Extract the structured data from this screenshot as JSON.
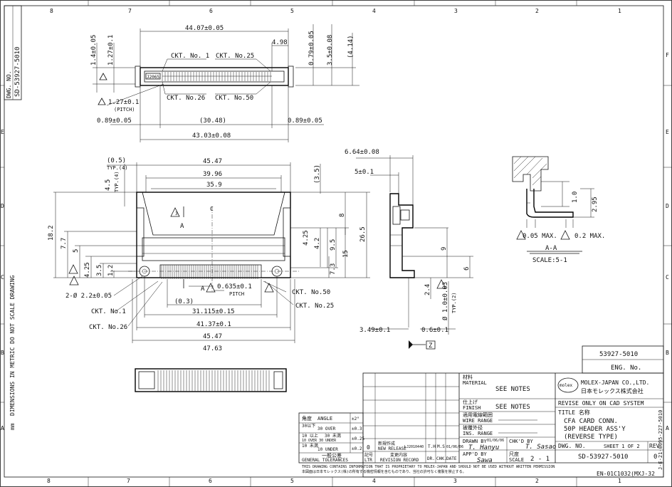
{
  "frame": {
    "top_zones": [
      "8",
      "7",
      "6",
      "5",
      "4",
      "3",
      "2",
      "1"
    ],
    "bottom_zones": [
      "8",
      "7",
      "6",
      "5",
      "4",
      "3",
      "2",
      "1"
    ],
    "left_rows": [
      "E",
      "D",
      "C",
      "B",
      "A"
    ],
    "right_rows": [
      "F",
      "E",
      "D",
      "C",
      "B",
      "A"
    ]
  },
  "side_text": {
    "dwg_no_label": "DWG. NO.",
    "dwg_no": "SD-53927-5010",
    "metric_note": "DIMENSIONS IN METRIC DO NOT SCALE DRAWING",
    "mm": "mm",
    "right_code": "J-E-21-0095-227-5010"
  },
  "top_view": {
    "d_44_07": "44.07±0.05",
    "d_4_98": "4.98",
    "d_0_79": "0.79±0.05",
    "d_3_5": "3.5±0.08",
    "d_4_14": "(4.14)",
    "d_1_4": "1.4±0.05",
    "d_1_27v": "1.27±0.1",
    "ckt1": "CKT. No. 1",
    "ckt25": "CKT. No.25",
    "ckt26": "CKT. No.26",
    "ckt50": "CKT. No.50",
    "pitch_val": "1.27±0.1",
    "pitch": "(PITCH)",
    "d_0_89a": "0.89±0.05",
    "d_30_48": "(30.48)",
    "d_0_89b": "0.89±0.05",
    "d_43_03": "43.03±0.08",
    "marking": "J2065"
  },
  "front_view": {
    "d_0_5": "(0.5)",
    "typ4": "TYP.(4)",
    "d_45_47_top": "45.47",
    "d_39_96": "39.96",
    "d_35_9": "35.9",
    "d_4_5": "4.5",
    "typ4b": "TYP.(4)",
    "d_18_2": "18.2",
    "d_7_7": "7.7",
    "d_5": "5",
    "d_4_25a": "4.25",
    "d_3_5": "3.5",
    "d_1_2": "1.2",
    "d_3_5v": "(3.5)",
    "d_8": "8",
    "d_26_5": "26.5",
    "d_4_25b": "4.25",
    "d_4_2": "4.2",
    "d_9_5": "9.5",
    "d_15": "15",
    "d_7_3": "7.3",
    "hole": "2-Ø 2.2±0.05",
    "d_0_635": "0.635±0.1",
    "pitch": "PITCH",
    "d_0_3": "(0.3)",
    "d_31_115": "31.115±0.15",
    "d_41_37": "41.37±0.1",
    "d_45_47_bot": "45.47",
    "d_47_63": "47.63",
    "ckt1": "CKT. No.1",
    "ckt26": "CKT. No.26",
    "ckt50": "CKT. No.50",
    "ckt25": "CKT. No.25",
    "sec_a": "A",
    "sec_a2": "A",
    "flag_num": "3",
    "cl": "C"
  },
  "side_view": {
    "d_6_64": "6.64±0.08",
    "d_5": "5±0.1",
    "d_9": "9",
    "d_6": "6",
    "d_2_4": "2.4",
    "d_1_0": "Ø 1.0±0.03",
    "typ2": "TYP.(2)",
    "d_3_49": "3.49±0.1",
    "d_0_6": "0.6±0.1",
    "datum": "Z"
  },
  "section": {
    "d_1_0": "1.0",
    "d_2_95": "2.95",
    "d_0_05": "0.05 MAX.",
    "d_0_2": "0.2 MAX.",
    "title": "A-A",
    "scale": "SCALE:5-1"
  },
  "title_block": {
    "part_no": "53927-5010",
    "eng_no": "ENG. No.",
    "material_jp": "材料",
    "material": "MATERIAL",
    "material_val": "SEE NOTES",
    "finish_jp": "仕上げ",
    "finish": "FINISH",
    "finish_val": "SEE NOTES",
    "wire_jp": "適用電線範囲",
    "wire": "WIRE RANGE",
    "ins_jp": "被覆外径",
    "ins": "INS. RANGE",
    "drawn_by": "DRAWN BY",
    "drawn_name": "T. Hanyu",
    "drawn_date": "01/06/06",
    "chkd_by": "CHK'D BY",
    "chkd_name": "T. Sasao",
    "apprd_by": "APP'D BY",
    "apprd_name": "Sawa",
    "scale_jp": "尺度",
    "scale": "SCALE",
    "scale_val": "2 - 1",
    "company": "MOLEX-JAPAN CO.,LTD.",
    "company_jp": "日本モレックス株式会社",
    "logo": "molex",
    "revise": "REVISE ONLY ON CAD SYSTEM",
    "title_label": "TITLE 名称",
    "title1": "CFA CARD CONN.",
    "title2": "50P HEADER ASS'Y",
    "title3": "(REVERSE TYPE)",
    "dwg_no_label": "DWG. NO.",
    "sheet": "SHEET 1 OF 2",
    "rev_label": "REV",
    "dwg_no": "SD-53927-5010",
    "rev": "0",
    "angle_jp": "角度",
    "angle": "ANGLE",
    "angle_tol": "±2°",
    "r1_jp": "30以下",
    "r1": "30 OVER",
    "r1_tol": "±0.3",
    "r2_a": "10 以上",
    "r2_b": "30 未満",
    "r2_c": "10 OVER 30 UNDER",
    "r2_tol": "±0.25",
    "r3_jp": "10 未満",
    "r3": "10 UNDER",
    "r3_tol": "±0.2",
    "gen_jp": "一般公差",
    "gen": "GENERAL TOLERANCES",
    "rec_rev": "0",
    "rec_desc_jp": "新規作成",
    "rec_desc": "NEW RELEASE",
    "rec_code": "LJ2010440",
    "rec_dr": "T.H",
    "rec_ck": "M.S",
    "rec_date": "01/06/06",
    "col_rev_jp": "記号",
    "col_rev": "LTR",
    "col_rec_jp": "変更内容",
    "col_rec": "REVISION RECORD",
    "col_dr": "DR.",
    "col_ck": "CHK.",
    "col_date": "DATE",
    "footer1": "THIS DRAWING CONTAINS INFORMATION THAT IS PROPRIETARY TO MOLEX-JAPAN AND SHOULD NOT BE USED WITHOUT WRITTEN PERMISSION",
    "footer2": "本図面は日本モレックス(株)の所有する機密情報を含むものであり、当社の許可なく複製を禁止する。",
    "form_no": "EN-01C1032(MXJ-32"
  }
}
